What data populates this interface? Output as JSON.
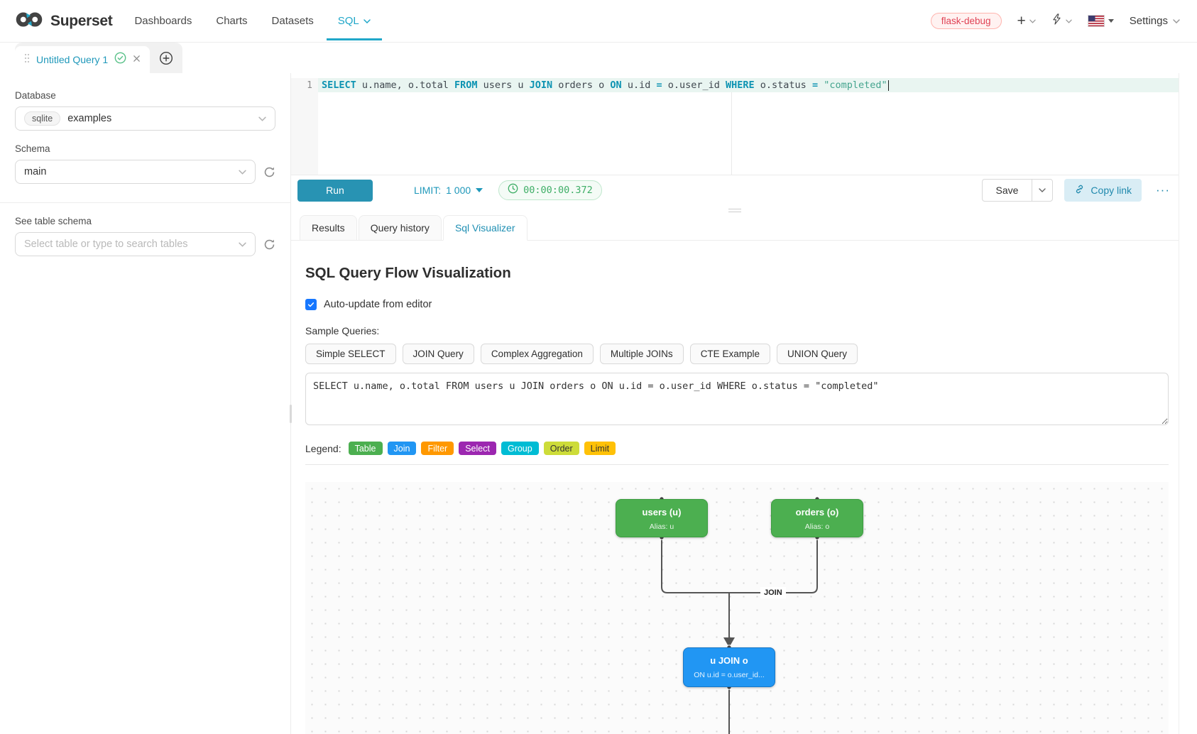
{
  "colors": {
    "accent": "#20a7c9",
    "run_button": "#2893b3",
    "timer_green": "#3fae67",
    "env_tag_red": "#e04355",
    "checkbox_blue": "#1677ff",
    "edge_gray": "#555555"
  },
  "navbar": {
    "brand": "Superset",
    "items": [
      {
        "label": "Dashboards"
      },
      {
        "label": "Charts"
      },
      {
        "label": "Datasets"
      },
      {
        "label": "SQL"
      }
    ],
    "env_tag": "flask-debug",
    "settings_label": "Settings"
  },
  "tab_strip": {
    "active_tab_label": "Untitled Query 1"
  },
  "sidebar": {
    "database_label": "Database",
    "database_engine": "sqlite",
    "database_value": "examples",
    "schema_label": "Schema",
    "schema_value": "main",
    "table_schema_label": "See table schema",
    "table_search_placeholder": "Select table or type to search tables"
  },
  "editor": {
    "line_number": "1",
    "tokens": [
      {
        "cls": "kw",
        "text": "SELECT"
      },
      {
        "cls": "tx",
        "text": " u.name, o.total "
      },
      {
        "cls": "kw",
        "text": "FROM"
      },
      {
        "cls": "tx",
        "text": " users u "
      },
      {
        "cls": "kw",
        "text": "JOIN"
      },
      {
        "cls": "tx",
        "text": " orders o "
      },
      {
        "cls": "kw",
        "text": "ON"
      },
      {
        "cls": "tx",
        "text": " u.id "
      },
      {
        "cls": "kw",
        "text": "="
      },
      {
        "cls": "tx",
        "text": " o.user_id "
      },
      {
        "cls": "kw",
        "text": "WHERE"
      },
      {
        "cls": "tx",
        "text": " o.status "
      },
      {
        "cls": "kw",
        "text": "="
      },
      {
        "cls": "tx",
        "text": " "
      },
      {
        "cls": "str",
        "text": "\"completed\""
      }
    ]
  },
  "toolbar": {
    "run_label": "Run",
    "limit_label": "LIMIT:",
    "limit_value": "1 000",
    "timer": "00:00:00.372",
    "save_label": "Save",
    "copy_link_label": "Copy link",
    "more_label": "···"
  },
  "south_tabs": {
    "tabs": [
      {
        "label": "Results"
      },
      {
        "label": "Query history"
      },
      {
        "label": "Sql Visualizer"
      }
    ]
  },
  "visualizer": {
    "title": "SQL Query Flow Visualization",
    "auto_update_label": "Auto-update from editor",
    "auto_update_checked": true,
    "samples_label": "Sample Queries:",
    "sample_buttons": [
      {
        "label": "Simple SELECT"
      },
      {
        "label": "JOIN Query"
      },
      {
        "label": "Complex Aggregation"
      },
      {
        "label": "Multiple JOINs"
      },
      {
        "label": "CTE Example"
      },
      {
        "label": "UNION Query"
      }
    ],
    "query_text": "SELECT u.name, o.total FROM users u JOIN orders o ON u.id = o.user_id WHERE o.status = \"completed\"",
    "legend_label": "Legend:",
    "legend": [
      {
        "label": "Table",
        "color": "#4CAF50",
        "text_color": "#ffffff"
      },
      {
        "label": "Join",
        "color": "#2196F3",
        "text_color": "#ffffff"
      },
      {
        "label": "Filter",
        "color": "#FF9800",
        "text_color": "#ffffff"
      },
      {
        "label": "Select",
        "color": "#9C27B0",
        "text_color": "#ffffff"
      },
      {
        "label": "Group",
        "color": "#00BCD4",
        "text_color": "#ffffff"
      },
      {
        "label": "Order",
        "color": "#CDDC39",
        "text_color": "#333333"
      },
      {
        "label": "Limit",
        "color": "#FFC107",
        "text_color": "#333333"
      }
    ],
    "diagram": {
      "edge_label": "JOIN",
      "nodes": [
        {
          "title": "users (u)",
          "subtitle": "Alias: u",
          "color": "#4CAF50",
          "border": "#3d9c41"
        },
        {
          "title": "orders (o)",
          "subtitle": "Alias: o",
          "color": "#4CAF50",
          "border": "#3d9c41"
        },
        {
          "title": "u JOIN o",
          "subtitle": "ON u.id = o.user_id...",
          "color": "#2196F3",
          "border": "#1878c8"
        }
      ]
    }
  }
}
